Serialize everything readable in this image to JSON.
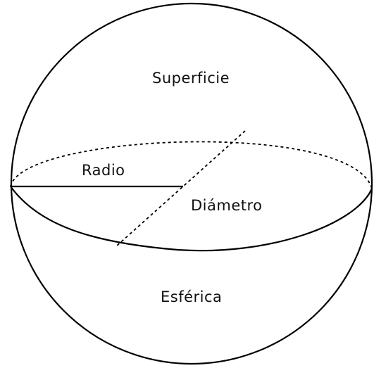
{
  "diagram": {
    "labels": {
      "top": "Superficie",
      "radius": "Radio",
      "diameter": "Diámetro",
      "bottom": "Esférica"
    },
    "colors": {
      "stroke": "#000000",
      "background": "#ffffff",
      "text": "#111111"
    }
  }
}
